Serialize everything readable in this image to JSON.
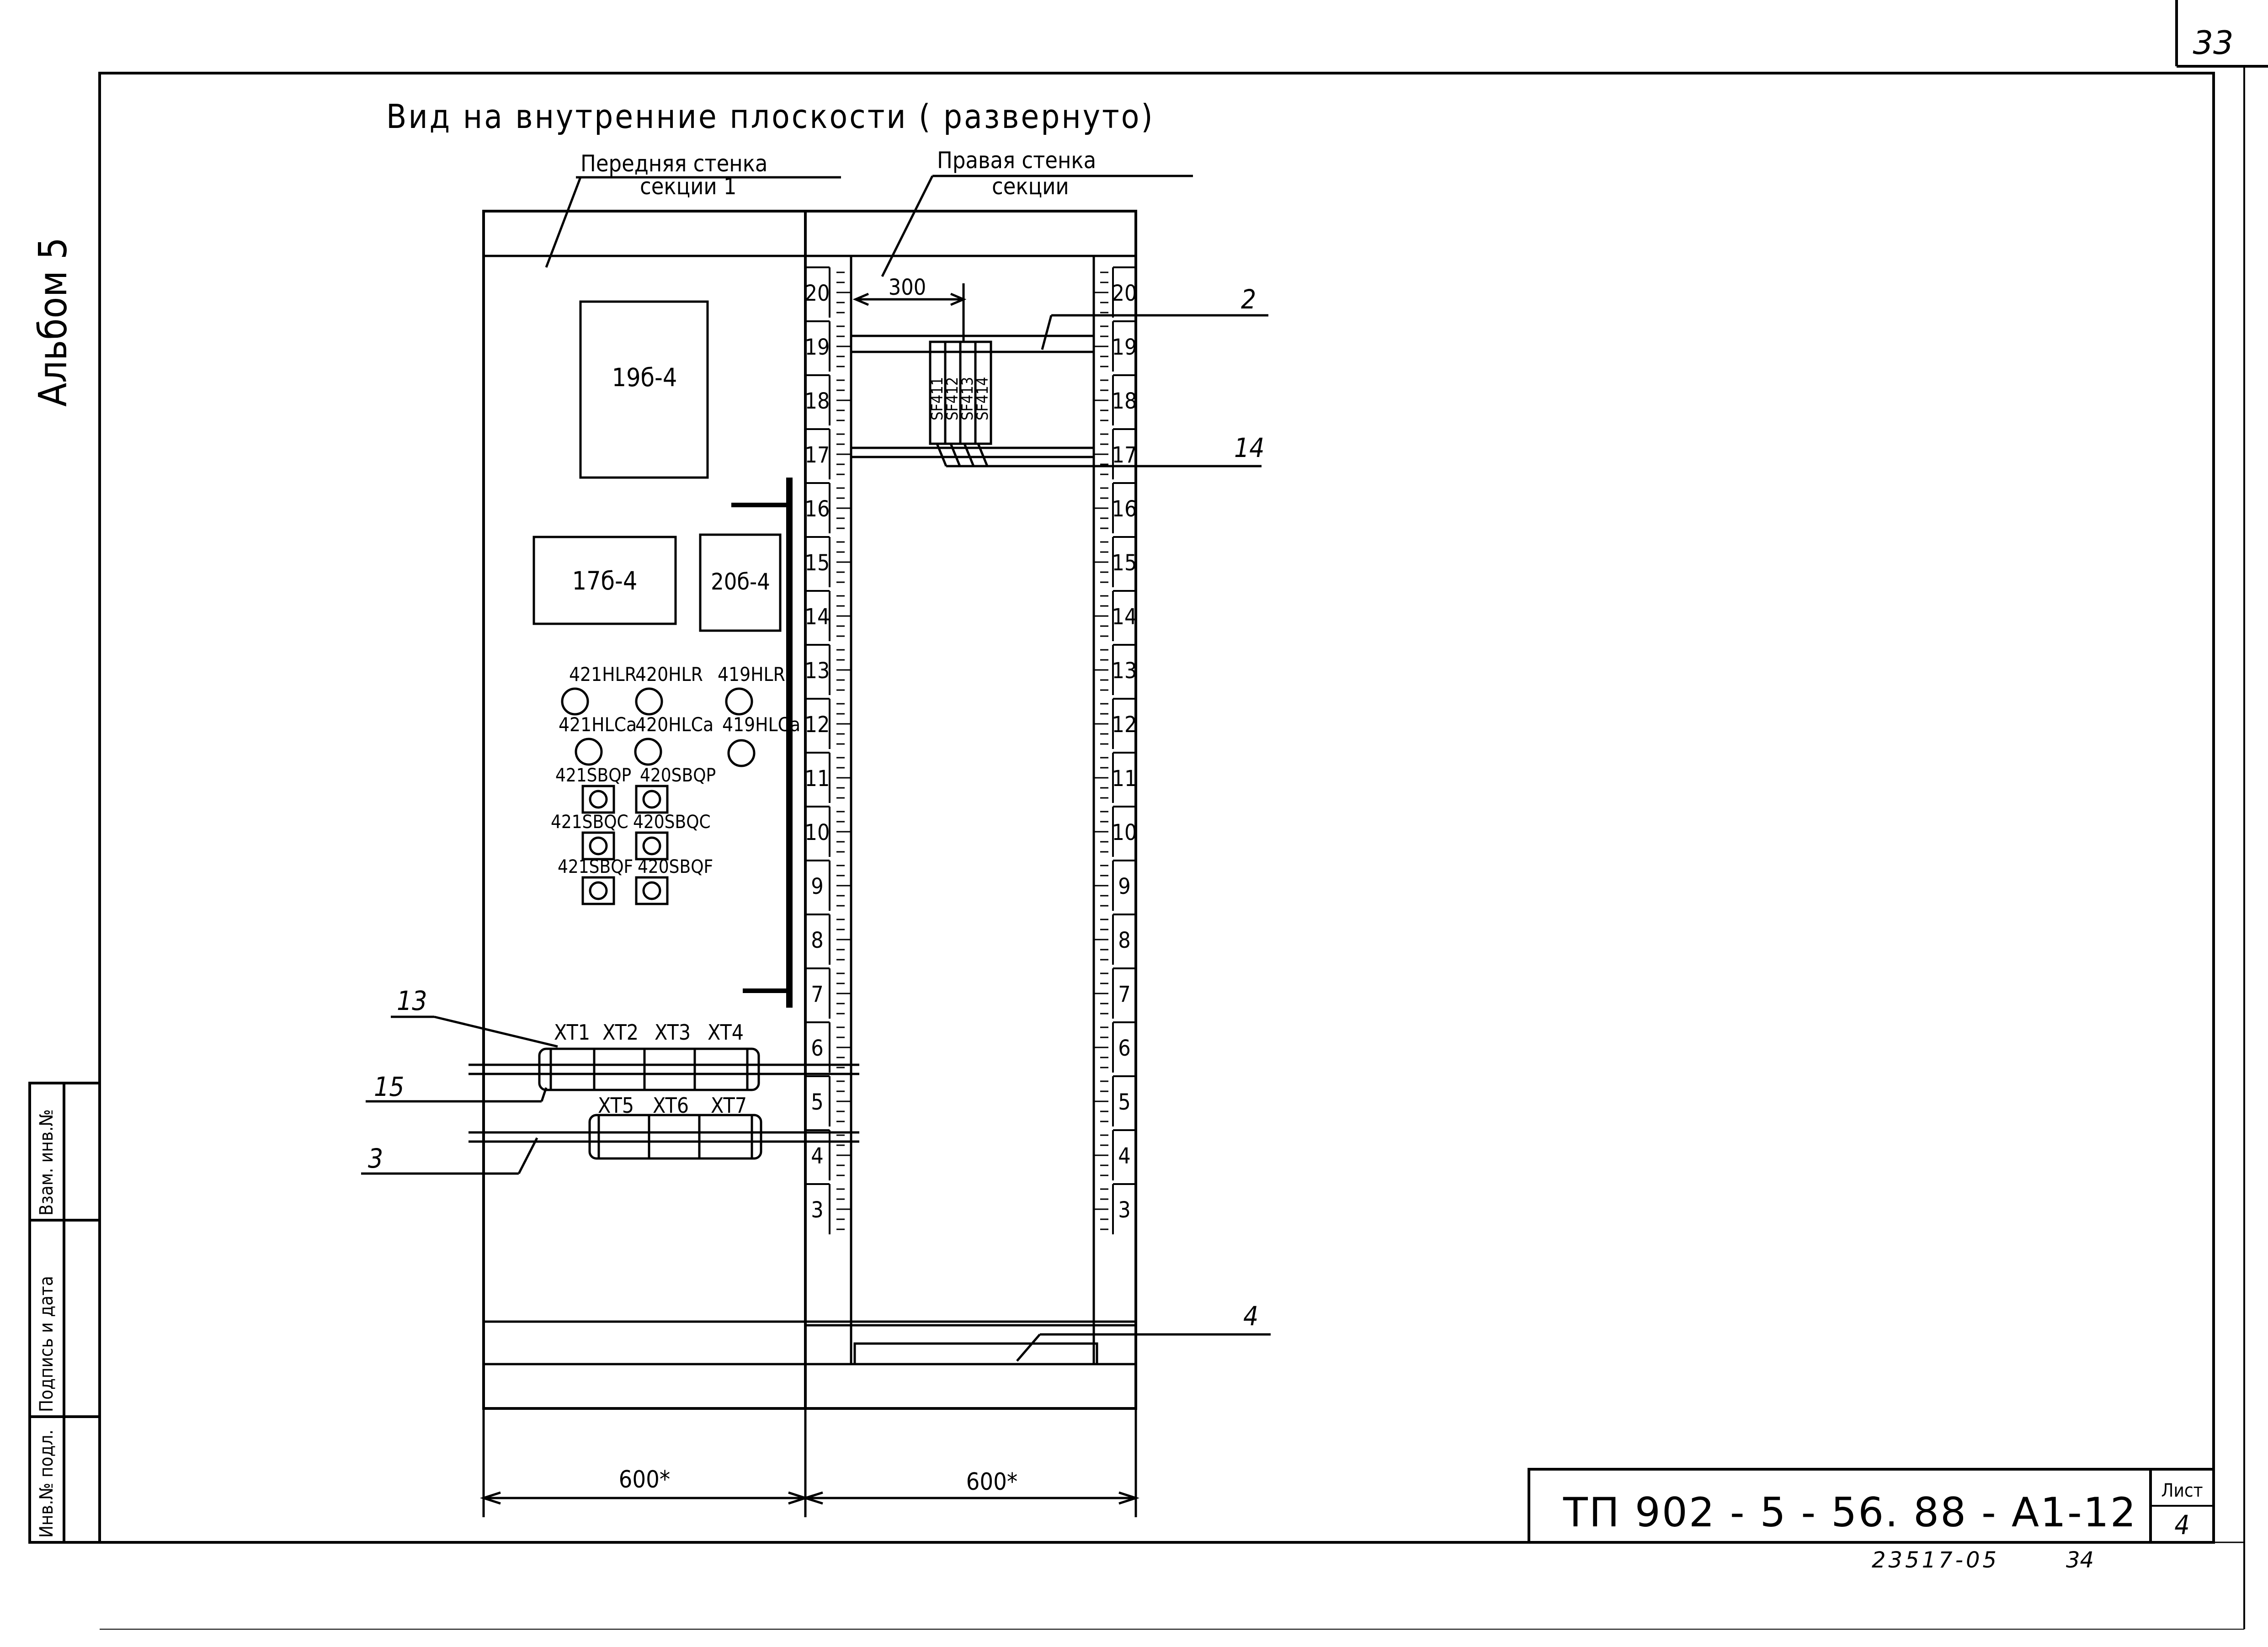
{
  "sheet": {
    "page_number": "33",
    "album_label": "Альбом 5",
    "doc_code": "ТП 902 - 5 - 56. 88 - А1-12",
    "sheet_label": "Лист",
    "sheet_number": "4",
    "archive_number": "23517-05",
    "archive_page": "34",
    "stamp_fields": [
      "Инв.№ подл.",
      "Подпись и дата",
      "Взам. инв.№"
    ]
  },
  "title": "Вид на внутренние плоскости ( развернуто)",
  "panels": {
    "front_wall_label_1": "Передняя стенка",
    "front_wall_label_2": "секции 1",
    "right_wall_label_1": "Правая стенка",
    "right_wall_label_2": "секции"
  },
  "devices": {
    "block_19": "19б-4",
    "block_17": "17б-4",
    "block_20": "20б-4",
    "lamps": [
      "421HLR",
      "420HLR",
      "419HLR",
      "421HLCa",
      "420HLCa",
      "419HLCa"
    ],
    "buttons": [
      "421SBQP",
      "420SBQP",
      "421SBQC",
      "420SBQC",
      "421SBQF",
      "420SBQF"
    ],
    "breakers": [
      "SF411",
      "SF412",
      "SF413",
      "SF414"
    ],
    "terminals_top": [
      "XT1",
      "XT2",
      "XT3",
      "XT4"
    ],
    "terminals_bottom": [
      "XT5",
      "XT6",
      "XT7"
    ]
  },
  "dimensions": {
    "offset": "300",
    "width_left": "600*",
    "width_right": "600*"
  },
  "scale_marks": [
    "20",
    "19",
    "18",
    "17",
    "16",
    "15",
    "14",
    "13",
    "12",
    "11",
    "10",
    "9",
    "8",
    "7",
    "6",
    "5",
    "4",
    "3"
  ],
  "callouts": {
    "c2": "2",
    "c14": "14",
    "c13": "13",
    "c15": "15",
    "c3": "3",
    "c4": "4"
  }
}
